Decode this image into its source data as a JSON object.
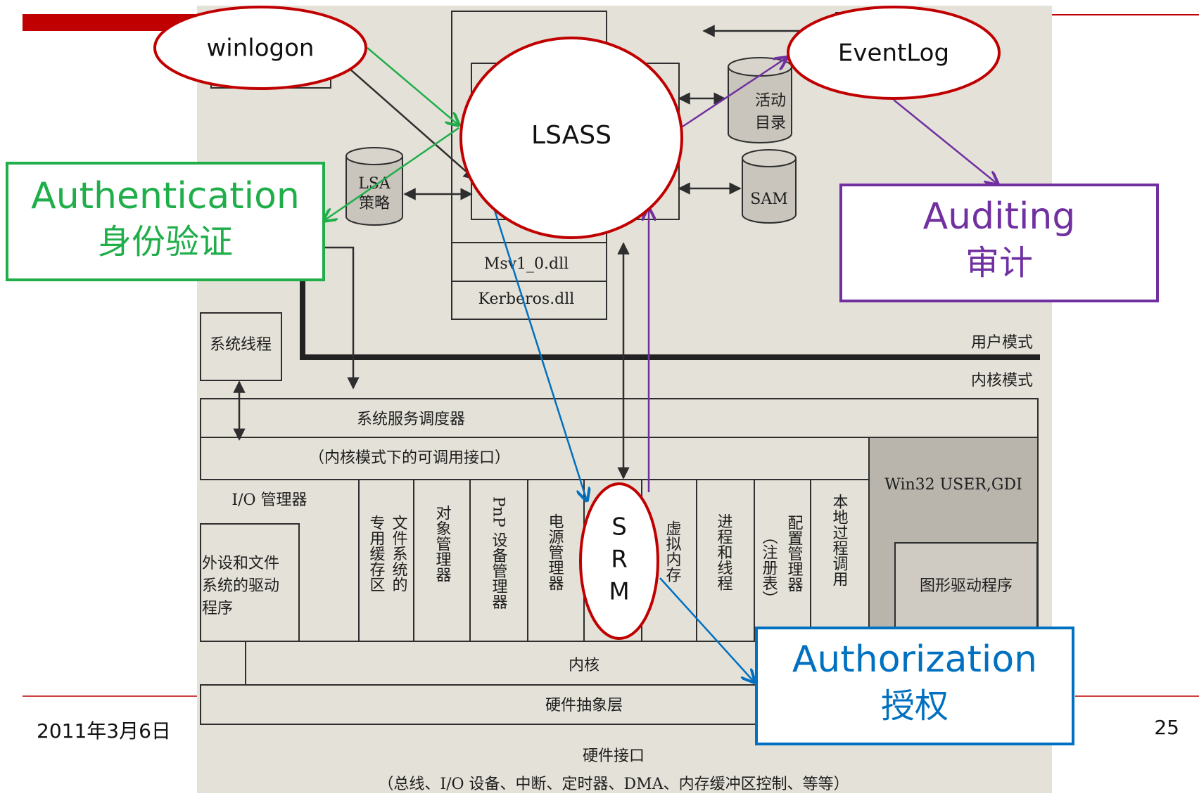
{
  "footer": {
    "date": "2011年3月6日",
    "page": "25"
  },
  "callouts": {
    "winlogon": "winlogon",
    "lsass": "LSASS",
    "eventlog": "EventLog",
    "srm": [
      "S",
      "R",
      "M"
    ],
    "authentication": {
      "en": "Authentication",
      "zh": "身份验证"
    },
    "auditing": {
      "en": "Auditing",
      "zh": "审计"
    },
    "authorization": {
      "en": "Authorization",
      "zh": "授权"
    }
  },
  "scan": {
    "lsa_policy": [
      "LSA",
      "策略"
    ],
    "active_directory": [
      "活动",
      "目录"
    ],
    "sam": "SAM",
    "msv": "Msv1_0.dll",
    "kerberos": "Kerberos.dll",
    "system_threads": "系统线程",
    "user_mode": "用户模式",
    "kernel_mode": "内核模式",
    "dispatcher": "系统服务调度器",
    "callable_interfaces": "（内核模式下的可调用接口）",
    "io_manager": "I/O 管理器",
    "drivers": [
      "外设和文件",
      "系统的驱动",
      "程序"
    ],
    "col_fs_cache": [
      "文件系统的",
      "专用缓存区"
    ],
    "col_object_mgr": "对象管理器",
    "col_pnp": "PnP 设备管理器",
    "col_power": "电源管理器",
    "col_vm": "虚拟内存",
    "col_process": "进程和线程",
    "col_config": [
      "配置管理器",
      "（注册表）"
    ],
    "col_lpc": "本地过程调用",
    "win32": "Win32 USER,GDI",
    "graphics_drivers": "图形驱动程序",
    "kernel": "内核",
    "hal": "硬件抽象层",
    "hw_interfaces": "硬件接口",
    "hw_detail": "（总线、I/O 设备、中断、定时器、DMA、内存缓冲区控制、等等）"
  },
  "colors": {
    "accent_red": "#c00000",
    "authentication_green": "#1fae4a",
    "auditing_purple": "#7030a0",
    "authorization_blue": "#0070c0",
    "scan_background": "#e4e1d8"
  }
}
